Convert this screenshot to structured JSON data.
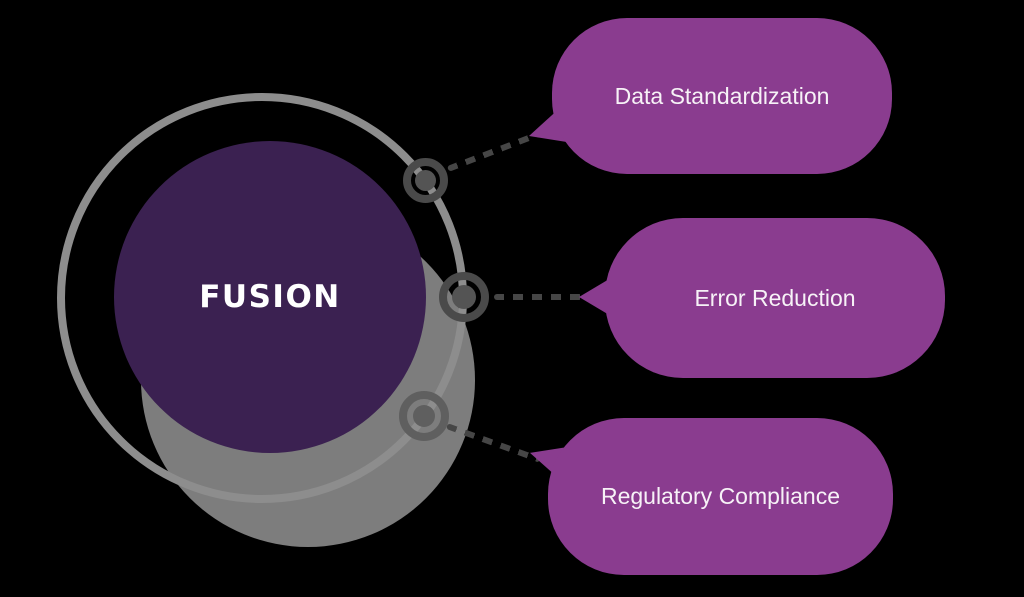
{
  "diagram": {
    "center_label": "FUSION",
    "bubbles": [
      {
        "label": "Data Standardization"
      },
      {
        "label": "Error Reduction"
      },
      {
        "label": "Regulatory Compliance"
      }
    ],
    "node_count": 3
  },
  "icons": {
    "node": "orbit-node-dot",
    "connector": "dotted-line"
  },
  "colors": {
    "background": "#000000",
    "center-circle": "#3b2151",
    "shadow-circle": "#7d7d7d",
    "orbit-ring": "#8d8d8d",
    "node": "#4a4a4a",
    "node-dot": "#545454",
    "node-light": "#5f5f5f",
    "connector": "#464646",
    "bubble": "#8a3c8f",
    "text": "#f7f2f7"
  }
}
